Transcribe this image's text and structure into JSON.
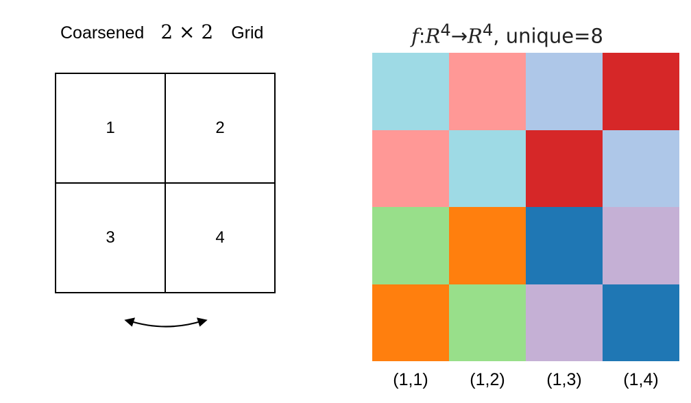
{
  "left_panel": {
    "title_prefix": "Coarsened",
    "title_math": "2 × 2",
    "title_suffix": "Grid",
    "cells": [
      "1",
      "2",
      "3",
      "4"
    ],
    "swap_icon": "curved-double-arrow-icon"
  },
  "right_panel": {
    "title": {
      "f": "f",
      "colon": ":",
      "domain": "R",
      "domain_exp": "4",
      "arrow": "→",
      "codomain": "R",
      "codomain_exp": "4",
      "rest": ", unique=8"
    },
    "x_labels": [
      "(1,1)",
      "(1,2)",
      "(1,3)",
      "(1,4)"
    ]
  },
  "chart_data": {
    "type": "heatmap",
    "title": "f: R^4→R^4, unique=8",
    "x_tick_labels": [
      "(1,1)",
      "(1,2)",
      "(1,3)",
      "(1,4)"
    ],
    "rows": 4,
    "cols": 4,
    "cell_colors": [
      [
        "#9edae5",
        "#ff9896",
        "#aec7e8",
        "#d62728"
      ],
      [
        "#ff9896",
        "#9edae5",
        "#d62728",
        "#aec7e8"
      ],
      [
        "#98df8a",
        "#ff7f0e",
        "#1f77b4",
        "#c5b0d5"
      ],
      [
        "#ff7f0e",
        "#98df8a",
        "#c5b0d5",
        "#1f77b4"
      ]
    ],
    "unique_values": 8
  }
}
